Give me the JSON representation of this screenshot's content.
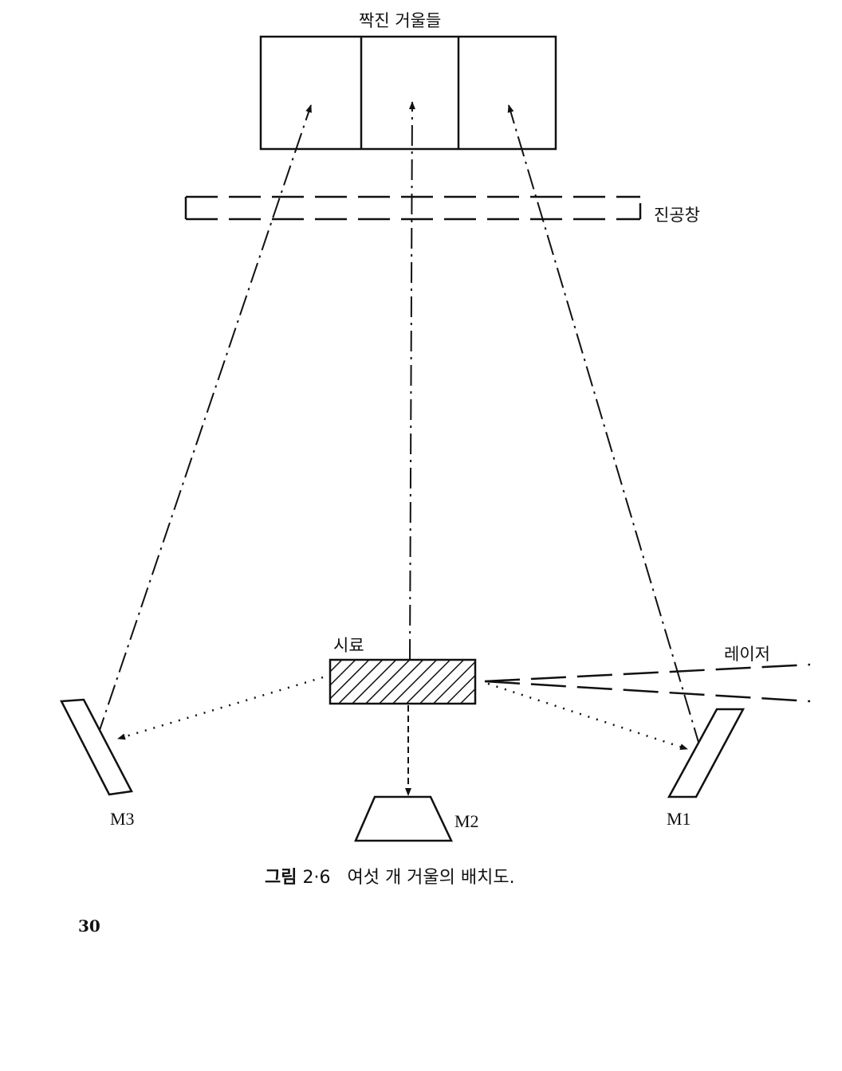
{
  "labels": {
    "paired_mirrors": "짝진 거울들",
    "vacuum_window": "진공창",
    "sample": "시료",
    "laser": "레이저",
    "m1": "M1",
    "m2": "M2",
    "m3": "M3"
  },
  "caption": {
    "prefix": "그림",
    "number": "2·6",
    "text": "여섯 개 거울의 배치도."
  },
  "page_number": "30"
}
